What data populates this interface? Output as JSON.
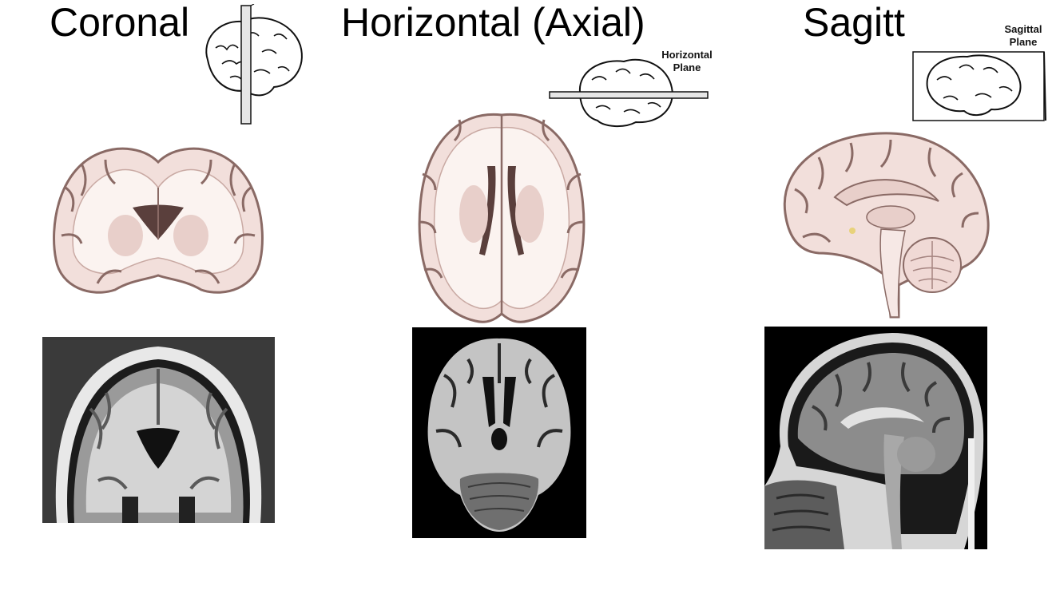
{
  "columns": [
    {
      "id": "coronal",
      "title": "Coronal",
      "plane_label_lines": []
    },
    {
      "id": "horizontal",
      "title": "Horizontal (Axial)",
      "plane_label_lines": [
        "Horizontal",
        "Plane"
      ]
    },
    {
      "id": "sagittal",
      "title": "Sagitt",
      "plane_label_lines": [
        "Sagittal",
        "Plane"
      ]
    }
  ],
  "colors": {
    "tissue": "#f2dfdb",
    "tissue_dark": "#8a6a65",
    "white_matter": "#fbf3f0",
    "ventricle": "#5a3f3c",
    "mri_background": "#000000",
    "mri_tissue": "#bdbdbd"
  },
  "icons": [
    "brain-outline-icon",
    "plane-slab-icon"
  ]
}
